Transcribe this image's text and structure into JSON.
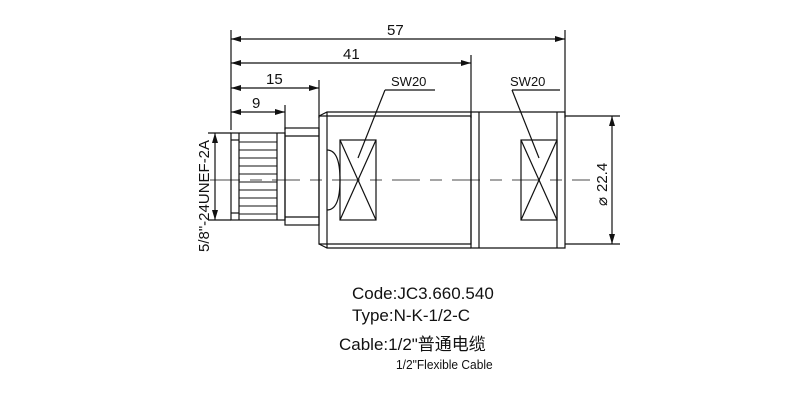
{
  "dimensions": {
    "overall_length": "57",
    "to_second_hex": "41",
    "to_first_hex": "15",
    "thread_length": "9",
    "diameter": "22.4",
    "diameter_symbol": "⌀",
    "thread_spec": "5/8\"-24UNEF-2A"
  },
  "hex_labels": {
    "left": "SW20",
    "right": "SW20"
  },
  "caption": {
    "code": "Code:JC3.660.540",
    "type": "Type:N-K-1/2-C",
    "cable": "Cable:1/2\"普通电缆",
    "cable_en": "1/2\"Flexible Cable"
  }
}
